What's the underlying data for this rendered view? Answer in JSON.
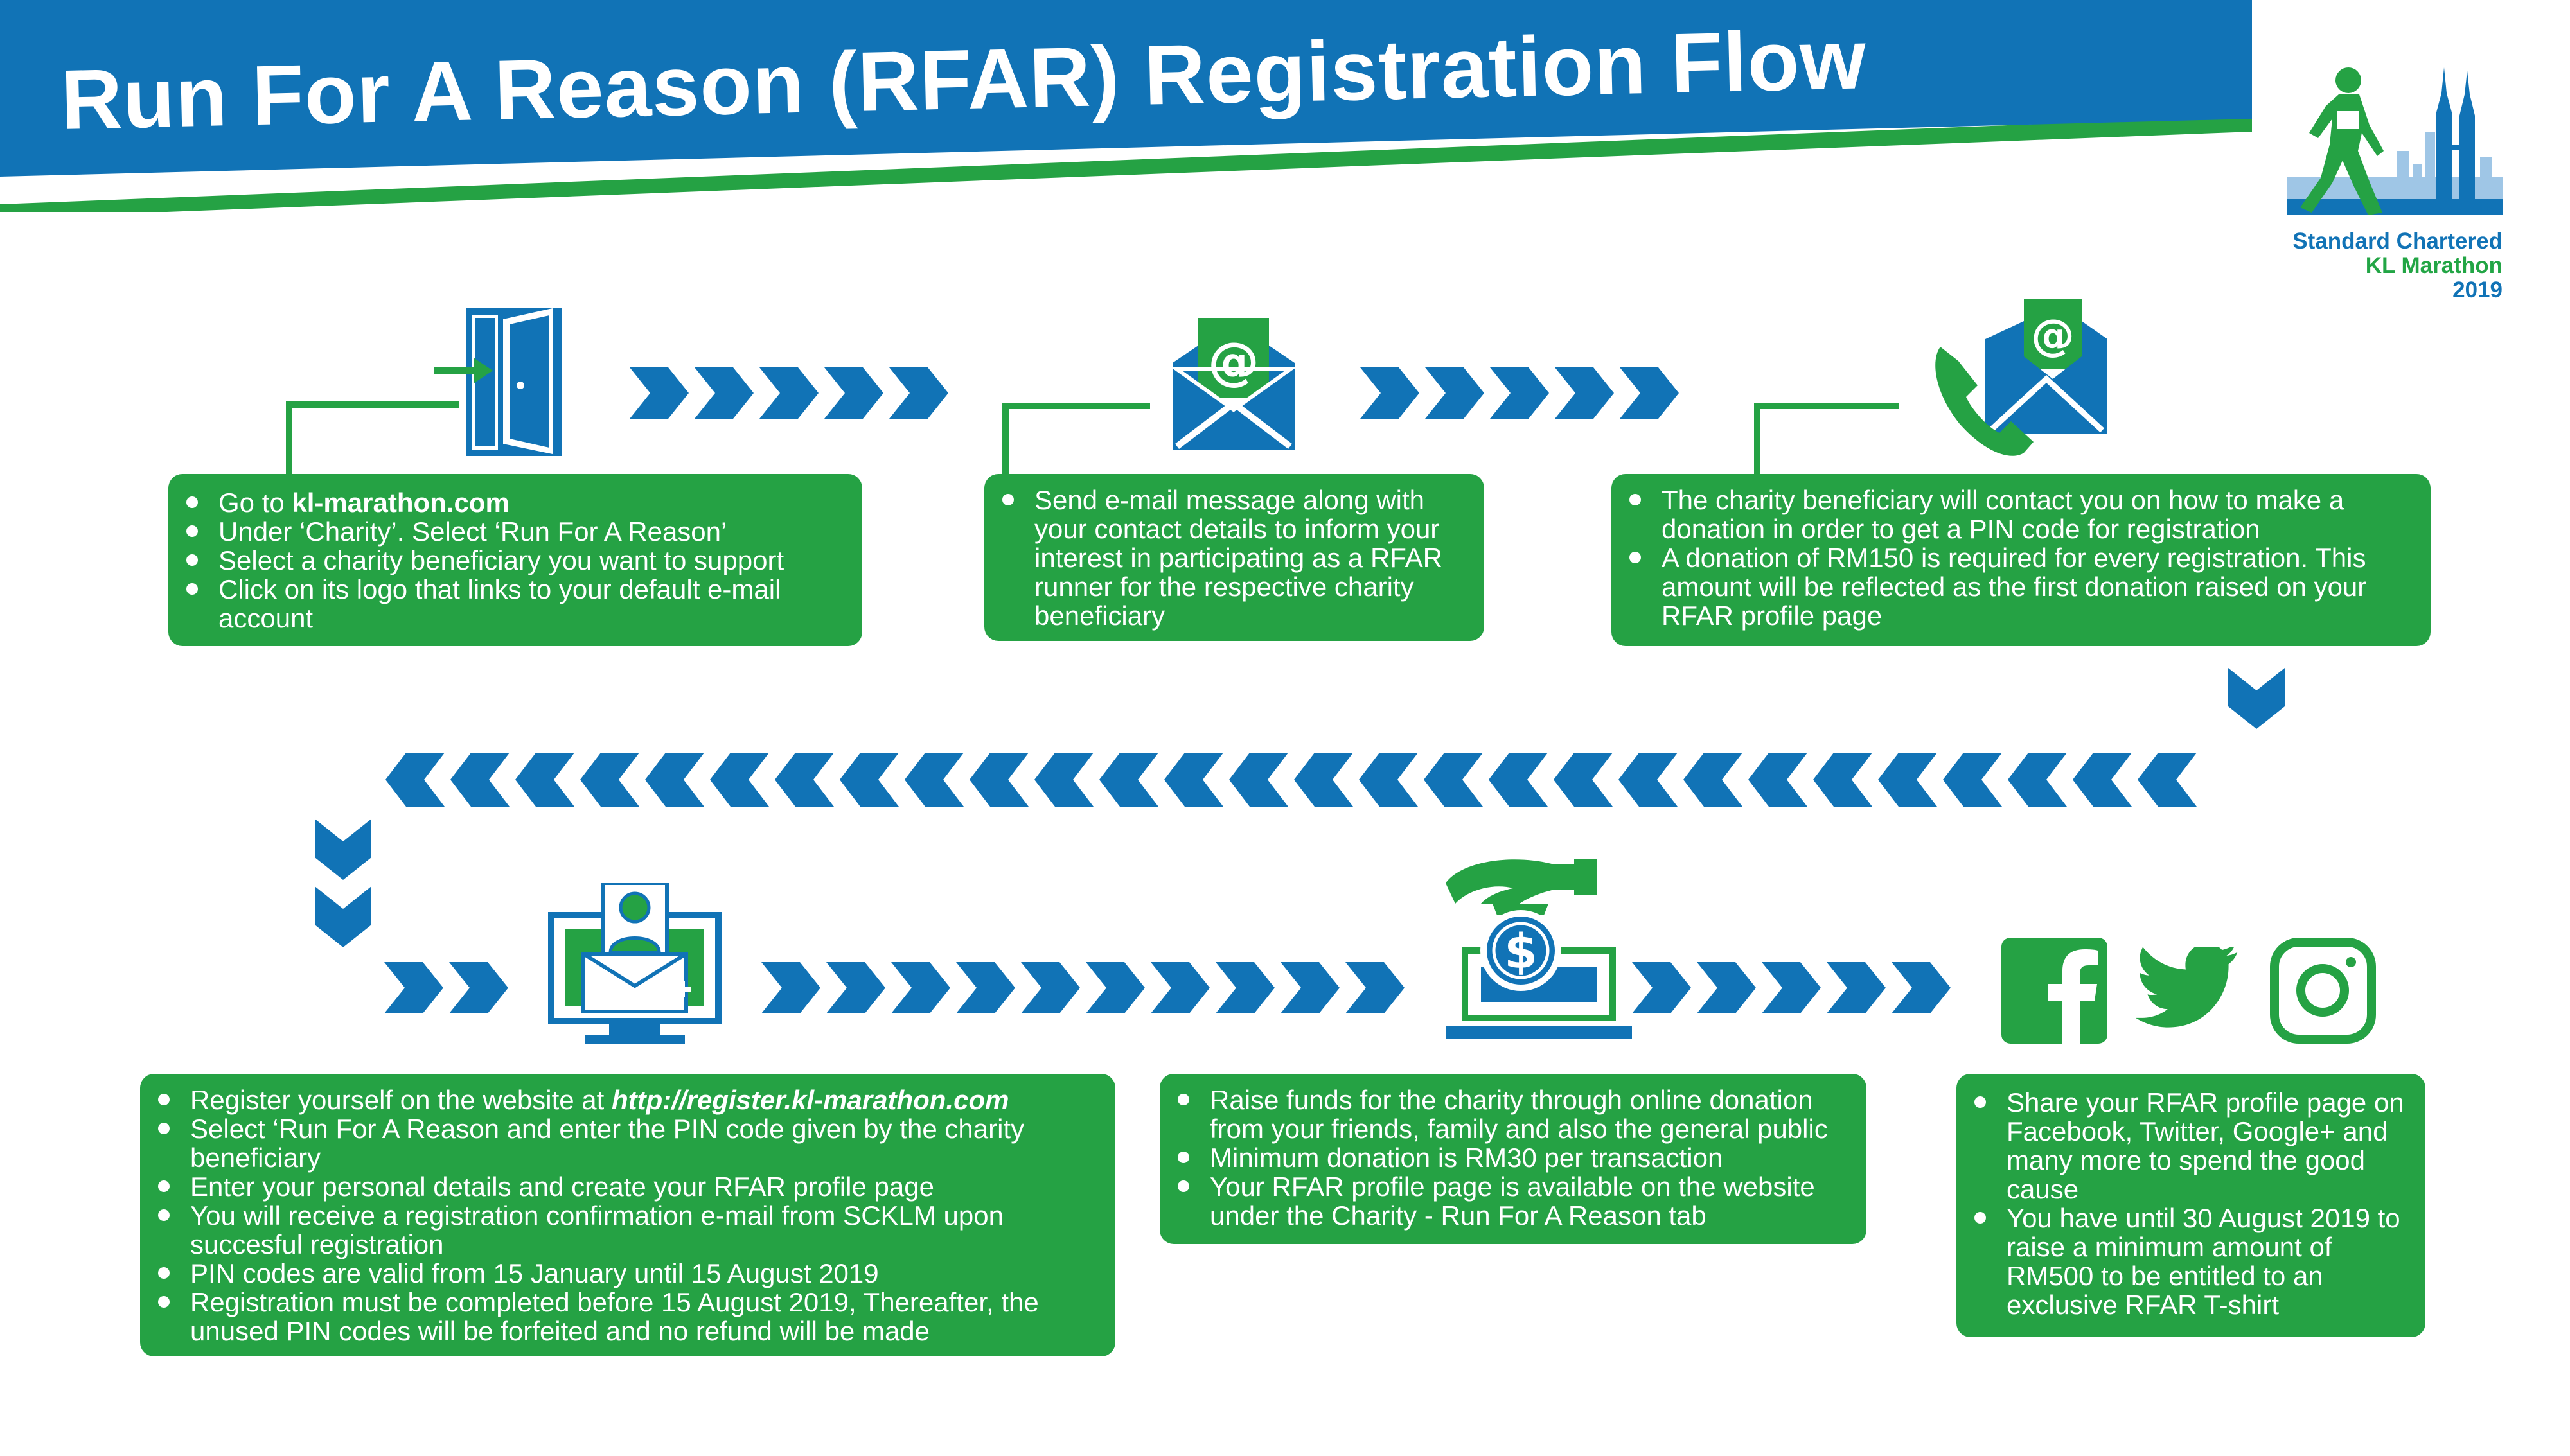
{
  "title": "Run For A Reason (RFAR) Registration Flow",
  "logo": {
    "line1": "Standard Chartered",
    "line2": "KL Marathon",
    "line3": "2019"
  },
  "colors": {
    "blue": "#1173b6",
    "green": "#25a244",
    "white": "#ffffff"
  },
  "steps": [
    {
      "icon": "door-enter-icon",
      "bullets": [
        {
          "prefix": "Go to ",
          "strong": "kl-marathon.com"
        },
        {
          "text": "Under ‘Charity’. Select ‘Run For A Reason’"
        },
        {
          "text": "Select a charity beneficiary you want to support"
        },
        {
          "text": "Click on its logo that links to your default e-mail account"
        }
      ]
    },
    {
      "icon": "email-icon",
      "bullets": [
        {
          "text": "Send e-mail message along with your contact details to inform your interest in participating as a RFAR runner for the respective charity beneficiary"
        }
      ]
    },
    {
      "icon": "phone-email-icon",
      "bullets": [
        {
          "text": "The charity beneficiary will contact you on how to make a donation in order to get a PIN code for registration"
        },
        {
          "text": "A donation of RM150 is required for every registration. This amount will be reflected as the first donation raised on your RFAR profile page"
        }
      ]
    },
    {
      "icon": "computer-profile-icon",
      "bullets": [
        {
          "prefix": "Register yourself on the website at ",
          "strong_italic": "http://register.kl-marathon.com"
        },
        {
          "text": "Select ‘Run For A Reason and enter the PIN code given by the charity beneficiary"
        },
        {
          "text": "Enter your personal details and create your RFAR profile page"
        },
        {
          "text": "You will receive a registration confirmation e-mail from SCKLM upon succesful registration"
        },
        {
          "text": "PIN codes are valid from 15 January until 15 August 2019"
        },
        {
          "text": "Registration must be completed before 15 August 2019, Thereafter, the unused PIN codes will be forfeited and no refund will be made"
        }
      ]
    },
    {
      "icon": "donation-icon",
      "bullets": [
        {
          "text": "Raise funds for the charity through online donation from your friends, family and also the general public"
        },
        {
          "text": "Minimum donation is RM30 per transaction"
        },
        {
          "text": "Your RFAR profile page is available on the website under the Charity - Run For A Reason tab"
        }
      ]
    },
    {
      "icon": "social-media-icons",
      "bullets": [
        {
          "text": "Share your RFAR profile page on Facebook, Twitter, Google+ and many more to spend the good cause"
        },
        {
          "text": "You have until 30 August 2019 to raise a minimum amount of RM500 to be entitled to an exclusive RFAR T-shirt"
        }
      ]
    }
  ]
}
